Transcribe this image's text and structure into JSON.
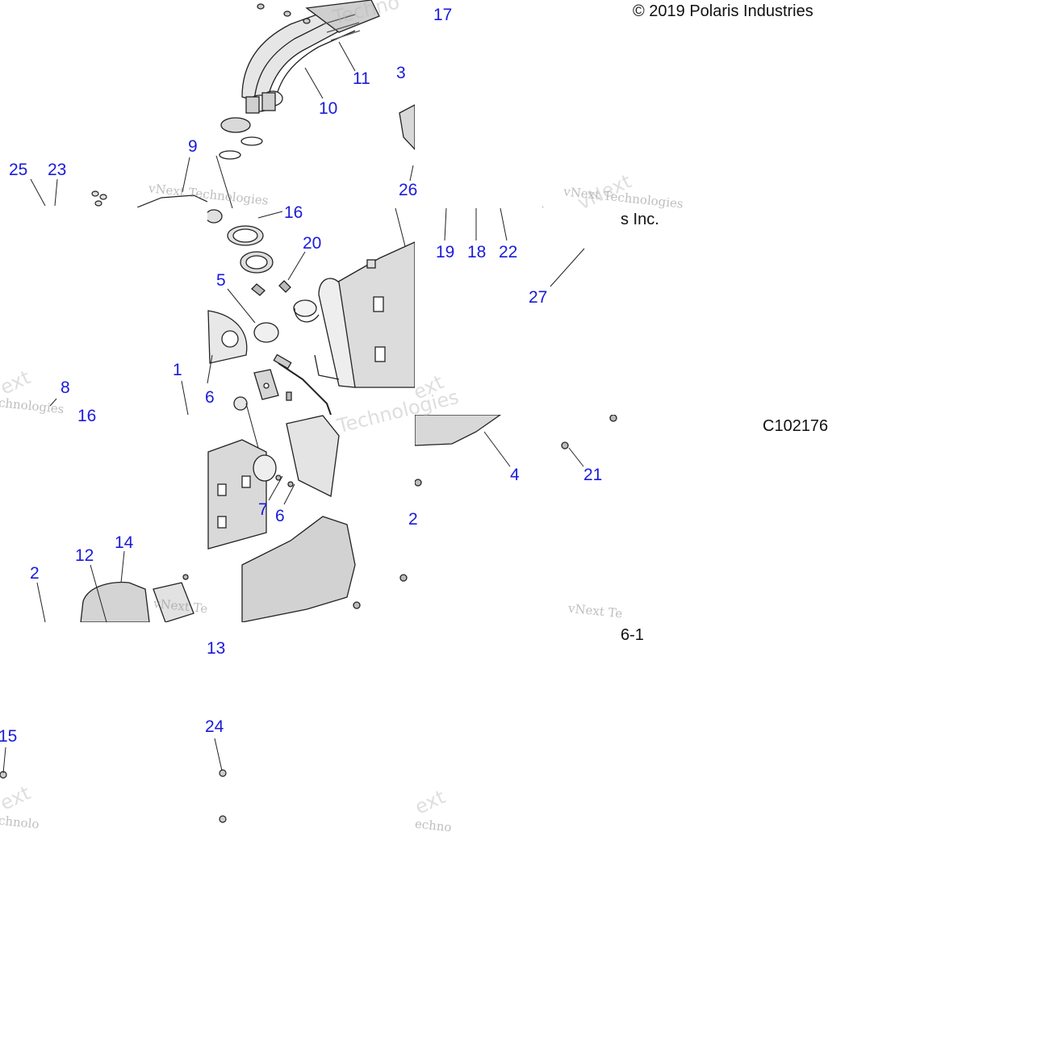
{
  "copyright": "© 2019 Polaris Industries",
  "copyright_tail": "s Inc.",
  "figure_code": "C102176",
  "page_ref": "6-1",
  "watermark": {
    "line1": "vNext Technologies",
    "big_a": "Techno",
    "big_b": "vNext",
    "big_c": "ext",
    "big_d": "Technologies",
    "small_a": "chnologies",
    "small_b": "chnolo",
    "small_c": "vNext Te",
    "small_d": "echno"
  },
  "callouts": [
    {
      "id": "17",
      "label": "17"
    },
    {
      "id": "11",
      "label": "11"
    },
    {
      "id": "3",
      "label": "3"
    },
    {
      "id": "10",
      "label": "10"
    },
    {
      "id": "9",
      "label": "9"
    },
    {
      "id": "25",
      "label": "25"
    },
    {
      "id": "23",
      "label": "23"
    },
    {
      "id": "26",
      "label": "26"
    },
    {
      "id": "16a",
      "label": "16"
    },
    {
      "id": "20",
      "label": "20"
    },
    {
      "id": "19",
      "label": "19"
    },
    {
      "id": "18",
      "label": "18"
    },
    {
      "id": "22",
      "label": "22"
    },
    {
      "id": "5",
      "label": "5"
    },
    {
      "id": "27",
      "label": "27"
    },
    {
      "id": "1",
      "label": "1"
    },
    {
      "id": "8",
      "label": "8"
    },
    {
      "id": "16b",
      "label": "16"
    },
    {
      "id": "6a",
      "label": "6"
    },
    {
      "id": "4",
      "label": "4"
    },
    {
      "id": "21",
      "label": "21"
    },
    {
      "id": "7",
      "label": "7"
    },
    {
      "id": "6b",
      "label": "6"
    },
    {
      "id": "2b",
      "label": "2"
    },
    {
      "id": "14",
      "label": "14"
    },
    {
      "id": "12",
      "label": "12"
    },
    {
      "id": "2",
      "label": "2"
    },
    {
      "id": "13",
      "label": "13"
    },
    {
      "id": "24",
      "label": "24"
    },
    {
      "id": "15",
      "label": "15"
    }
  ]
}
